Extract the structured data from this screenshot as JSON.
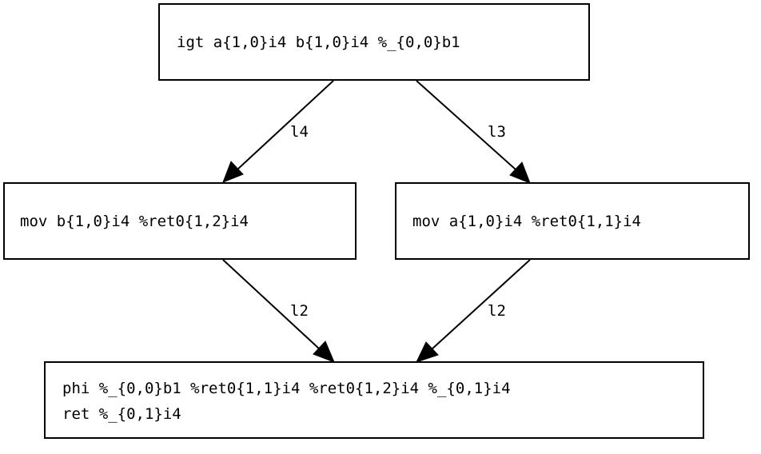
{
  "nodes": {
    "entry": {
      "lines": [
        "igt a{1,0}i4 b{1,0}i4 %_{0,0}b1"
      ]
    },
    "left_block": {
      "lines": [
        "mov b{1,0}i4 %ret0{1,2}i4"
      ]
    },
    "right_block": {
      "lines": [
        "mov a{1,0}i4 %ret0{1,1}i4"
      ]
    },
    "exit": {
      "lines": [
        "phi %_{0,0}b1 %ret0{1,1}i4 %ret0{1,2}i4 %_{0,1}i4",
        "ret %_{0,1}i4"
      ]
    }
  },
  "edges": {
    "entry_to_left": {
      "label": "l4"
    },
    "entry_to_right": {
      "label": "l3"
    },
    "left_to_exit": {
      "label": "l2"
    },
    "right_to_exit": {
      "label": "l2"
    }
  },
  "colors": {
    "stroke": "#000000",
    "background": "#ffffff"
  }
}
